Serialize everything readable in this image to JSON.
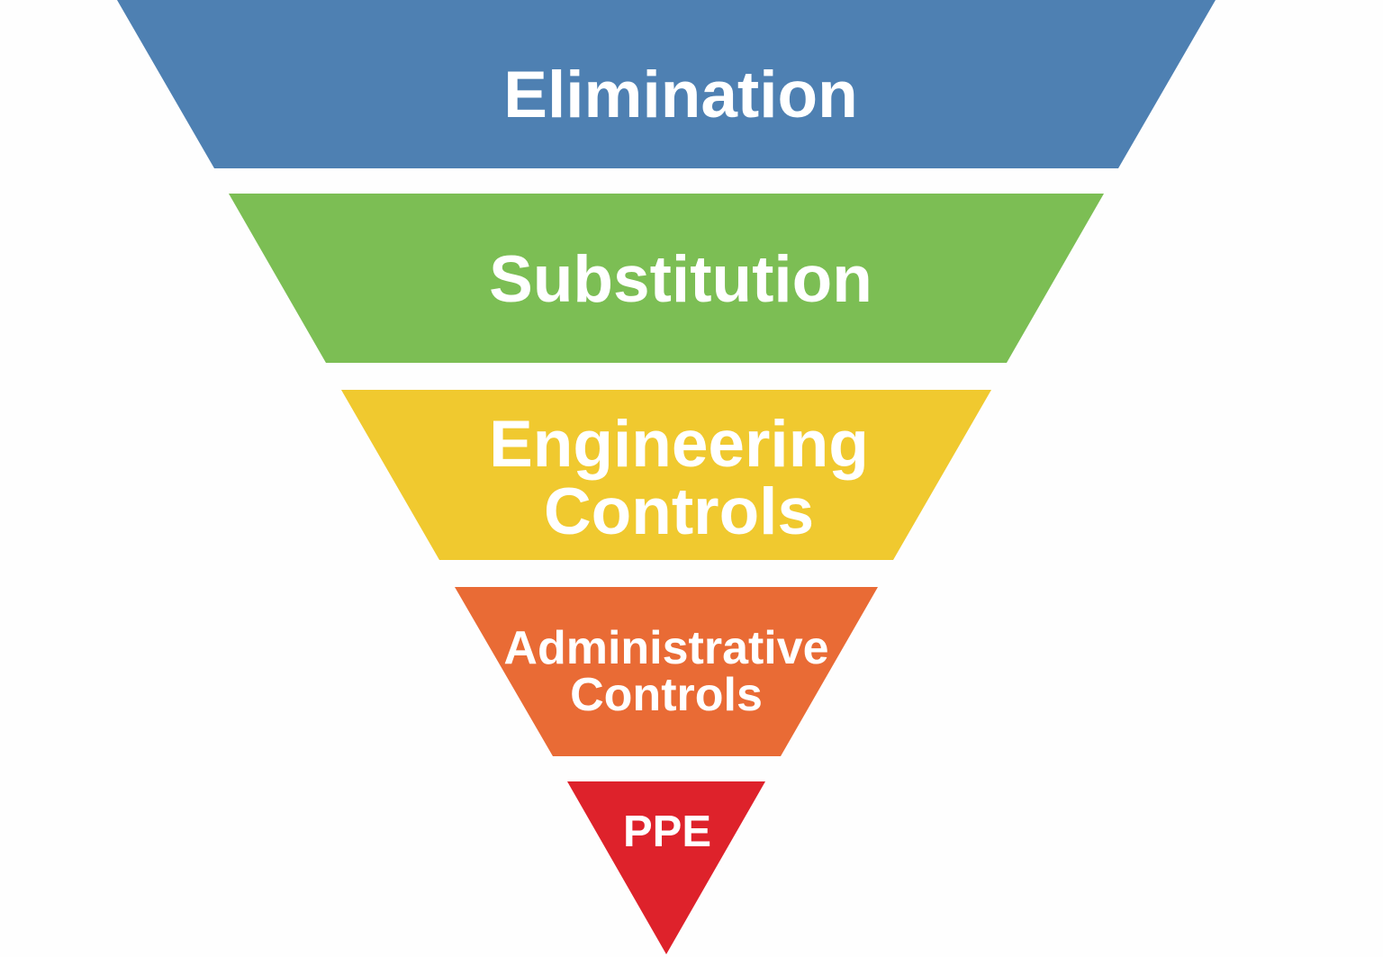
{
  "diagram": {
    "type": "inverted-pyramid-funnel",
    "background": "#fefefe",
    "label_color": "#ffffff",
    "levels": [
      {
        "name": "elimination",
        "label": "Elimination",
        "color": "#4e80b2"
      },
      {
        "name": "substitution",
        "label": "Substitution",
        "color": "#7cbe54"
      },
      {
        "name": "engineering-controls",
        "label": "Engineering Controls",
        "line1": "Engineering",
        "line2": "Controls",
        "color": "#f0c92f"
      },
      {
        "name": "administrative-controls",
        "label": "Administrative Controls",
        "line1": "Administrative",
        "line2": "Controls",
        "color": "#e96b35"
      },
      {
        "name": "ppe",
        "label": "PPE",
        "color": "#de222b"
      }
    ]
  }
}
